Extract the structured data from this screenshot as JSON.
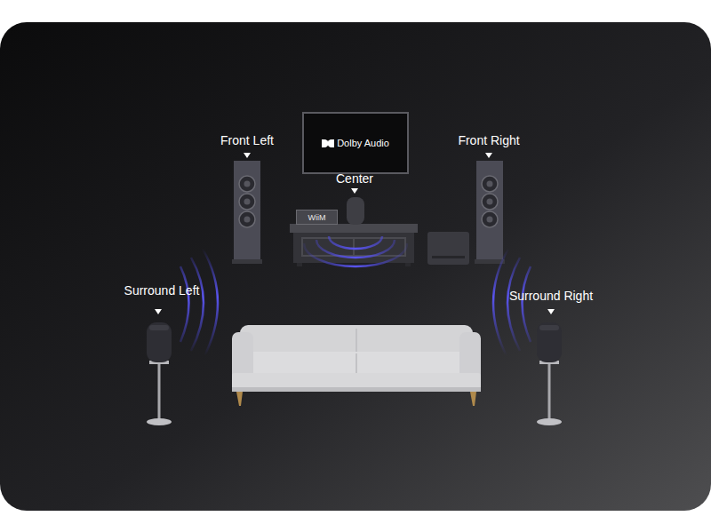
{
  "diagram": {
    "nodes": [
      {
        "text": [
          "Dolby Audio"
        ]
      },
      {
        "text": [
          "WiiM"
        ]
      }
    ],
    "labels": [
      "Front Left",
      "Front Right",
      "Center",
      "Surround Left",
      "Surround Right"
    ]
  }
}
